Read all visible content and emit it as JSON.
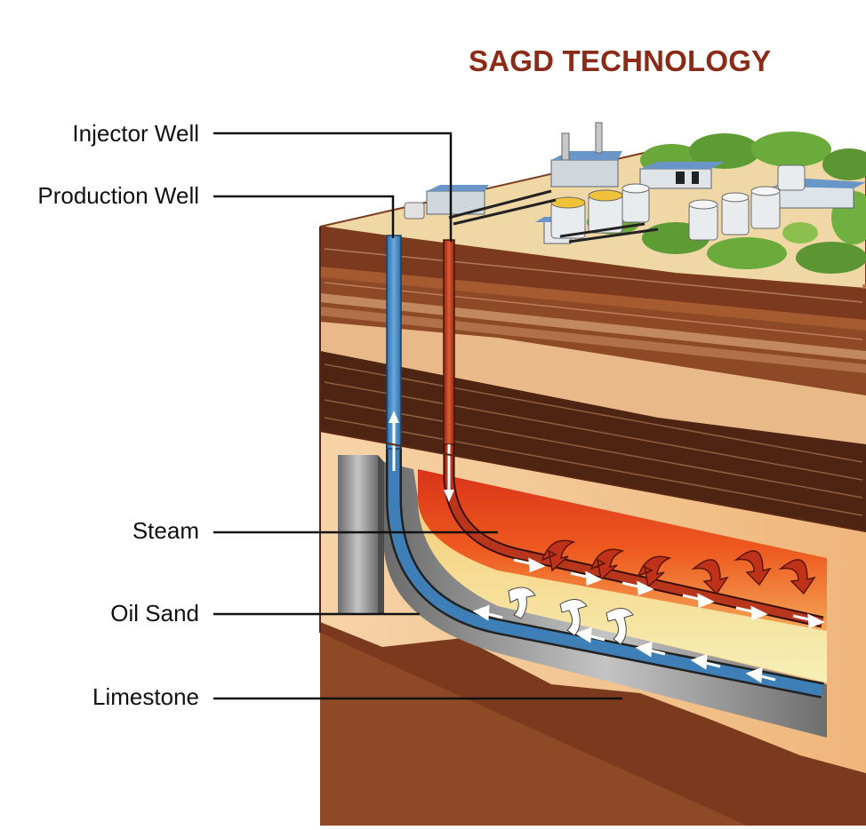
{
  "title": "SAGD TECHNOLOGY",
  "labels": {
    "injector_well": "Injector Well",
    "production_well": "Production Well",
    "steam": "Steam",
    "oil_sand": "Oil Sand",
    "limestone": "Limestone"
  },
  "colors": {
    "title": "#8b2a16",
    "injector_pipe": "#b8361c",
    "production_pipe": "#3f7fb8",
    "steam_hot": "#e8501c",
    "steam_warm": "#f2a24a",
    "oil_sand": "#f5e6a4",
    "limestone": "#f2c58f",
    "soil_dark": "#5a2c16",
    "soil_mid": "#8e4a26",
    "sand_band": "#e9b98a",
    "gray_cavity": "#8a8a8a"
  }
}
